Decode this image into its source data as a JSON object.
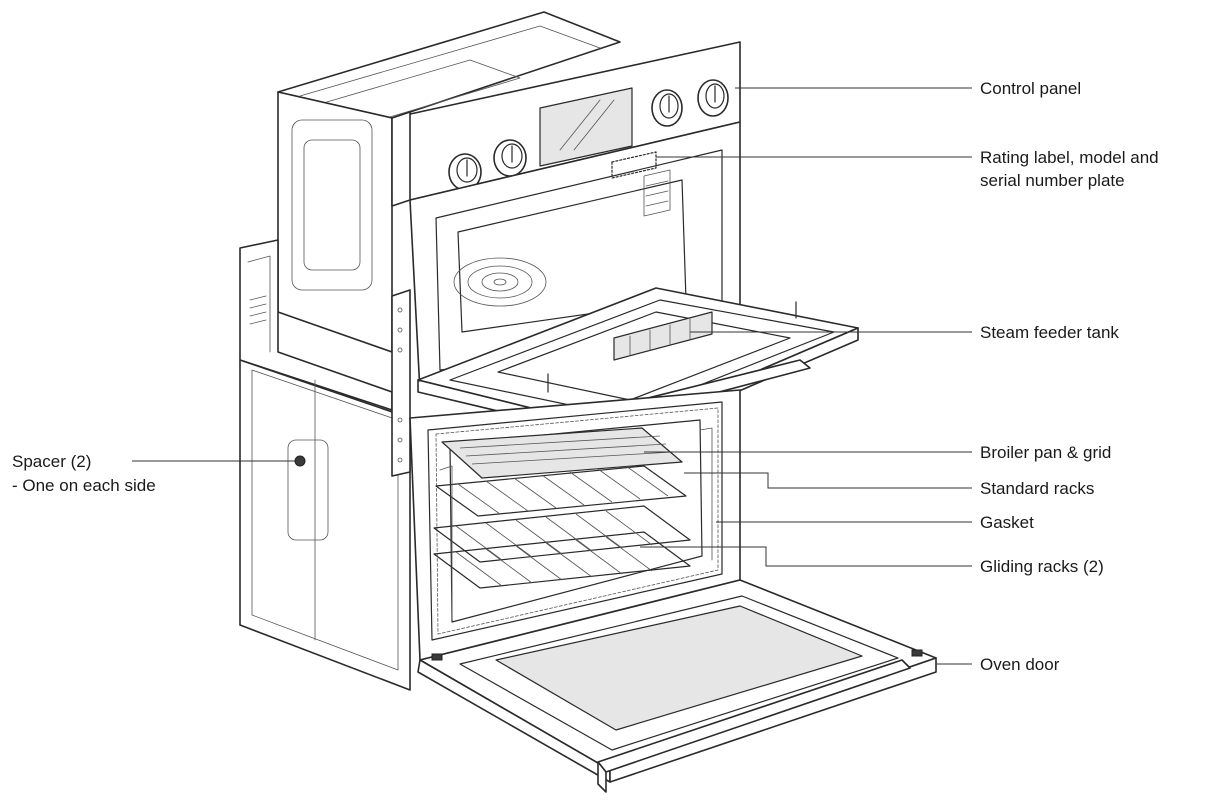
{
  "diagram": {
    "labels": {
      "control_panel": "Control panel",
      "rating_label_line1": "Rating label, model and",
      "rating_label_line2": "serial number plate",
      "steam_feeder_tank": "Steam feeder tank",
      "broiler_pan": "Broiler pan & grid",
      "standard_racks": "Standard racks",
      "gasket": "Gasket",
      "gliding_racks": "Gliding racks (2)",
      "oven_door": "Oven door",
      "spacer_line1": "Spacer (2)",
      "spacer_line2": "- One on each side"
    },
    "colors": {
      "line": "#2a2a2a",
      "label_text": "#1a1a1a",
      "background": "#ffffff"
    }
  }
}
